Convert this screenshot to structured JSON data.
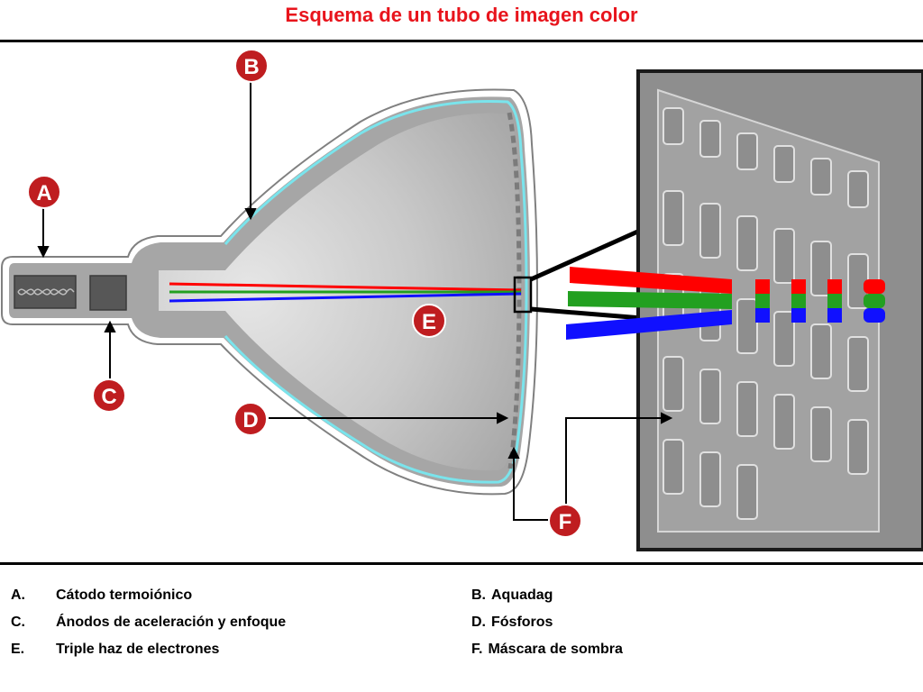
{
  "title": "Esquema de un tubo de imagen color",
  "colors": {
    "title": "#e8141c",
    "badge": "#bf1d20",
    "tube": "#a8a8a8",
    "tube_inner": "#c4c4c4",
    "aquadag": "#7ae4ec",
    "beam_red": "#ff0000",
    "beam_green": "#22a020",
    "beam_blue": "#1010ff",
    "panel": "#8e8e8e"
  },
  "markers": {
    "A": "A",
    "B": "B",
    "C": "C",
    "D": "D",
    "E": "E",
    "F": "F"
  },
  "legend": [
    {
      "key": "A.",
      "text": "Cátodo termoiónico"
    },
    {
      "key": "B.",
      "text": "Aquadag"
    },
    {
      "key": "C.",
      "text": "Ánodos de aceleración y enfoque"
    },
    {
      "key": "D.",
      "text": "Fósforos"
    },
    {
      "key": "E.",
      "text": "Triple haz de electrones"
    },
    {
      "key": "F.",
      "text": "Máscara de sombra"
    }
  ]
}
